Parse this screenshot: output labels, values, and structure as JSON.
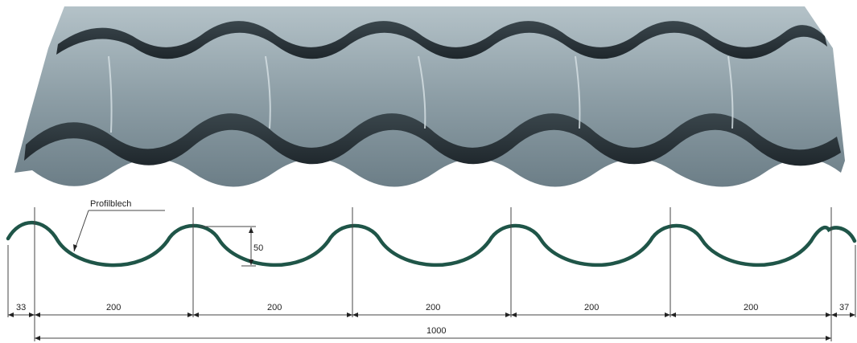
{
  "labels": {
    "material": "Profilblech",
    "height": "50",
    "left_edge": "33",
    "right_edge": "37",
    "total_width": "1000"
  },
  "pitches": [
    "200",
    "200",
    "200",
    "200",
    "200"
  ],
  "colors": {
    "profile": "#1f5548",
    "sheet_light": "#9eb0b7",
    "sheet_mid": "#6f838c",
    "sheet_dark": "#2c363c",
    "dimension_line": "#333333"
  }
}
